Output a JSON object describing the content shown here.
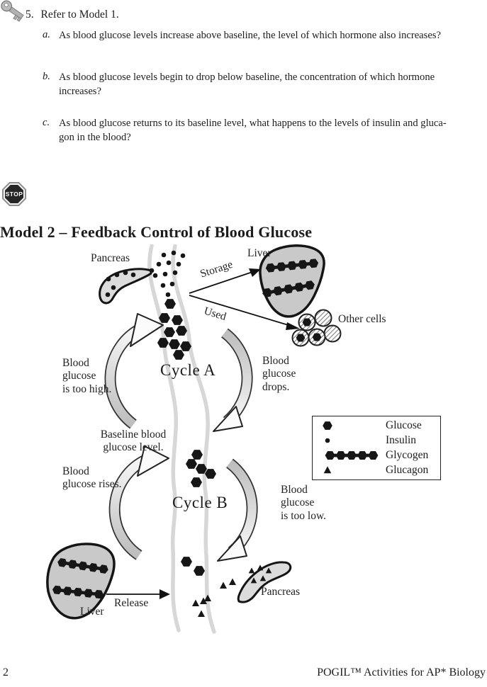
{
  "question": {
    "number": "5.",
    "intro": "Refer to Model 1.",
    "parts": [
      {
        "label": "a.",
        "text": "As blood glucose levels increase above baseline, the level of which hormone also increases?"
      },
      {
        "label": "b.",
        "text": "As blood glucose levels begin to drop below baseline, the concentration of which hormone\nincreases?"
      },
      {
        "label": "c.",
        "text": "As blood glucose returns to its baseline level, what happens to the levels of insulin and gluca-\ngon in the blood?"
      }
    ]
  },
  "stop_sign": {
    "label": "STOP"
  },
  "model2": {
    "heading": "Model 2 – Feedback Control of Blood Glucose"
  },
  "diagram": {
    "labels": {
      "pancreas_top": "Pancreas",
      "liver_top": "Liver",
      "storage": "Storage",
      "used": "Used",
      "other_cells": "Other cells",
      "too_high": "Blood\nglucose\nis too high.",
      "cycle_a": "Cycle A",
      "drops": "Blood\nglucose\ndrops.",
      "baseline": "Baseline blood\nglucose level.",
      "rises": "Blood\nglucose rises.",
      "cycle_b": "Cycle B",
      "too_low": "Blood\nglucose\nis too low.",
      "liver_bottom": "Liver",
      "release": "Release",
      "pancreas_bottom": "Pancreas"
    },
    "legend": {
      "items": [
        {
          "symbol": "glucose-hexagon-icon",
          "label": "Glucose"
        },
        {
          "symbol": "insulin-dot-icon",
          "label": "Insulin"
        },
        {
          "symbol": "glycogen-chain-icon",
          "label": "Glycogen"
        },
        {
          "symbol": "glucagon-triangle-icon",
          "label": "Glucagon"
        }
      ]
    },
    "colors": {
      "molecule_black": "#161616",
      "organ_fill": "#cdcdcd",
      "vessel_gray": "#d7d7d7",
      "arrow_ribbon_gray": "#c0c0c0"
    }
  },
  "footer": {
    "page_number": "2",
    "source": "POGIL™ Activities for AP* Biology"
  }
}
